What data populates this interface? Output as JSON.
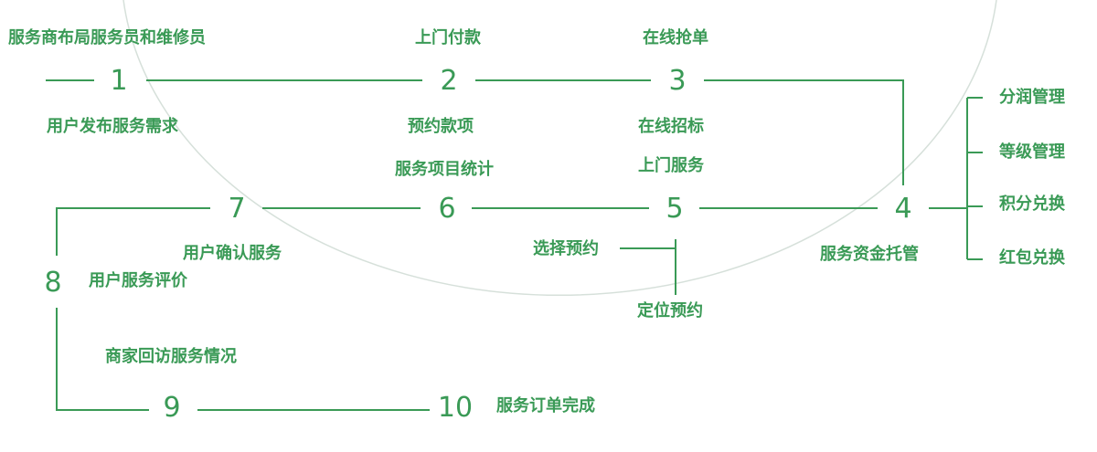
{
  "colors": {
    "green": "#3a9a56",
    "arc": "#d6e0da"
  },
  "steps": [
    {
      "num": "1",
      "top": "服务商布局服务员和维修员",
      "bottom": "用户发布服务需求"
    },
    {
      "num": "2",
      "top": "上门付款",
      "bottom": "预约款项"
    },
    {
      "num": "3",
      "top": "在线抢单",
      "bottom": "在线招标"
    },
    {
      "num": "4",
      "bottom": "服务资金托管"
    },
    {
      "num": "5",
      "top": "上门服务",
      "left": "选择预约",
      "bottom": "定位预约"
    },
    {
      "num": "6",
      "top": "服务项目统计"
    },
    {
      "num": "7",
      "bottom": "用户确认服务"
    },
    {
      "num": "8",
      "right": "用户服务评价",
      "bottom": "商家回访服务情况"
    },
    {
      "num": "9"
    },
    {
      "num": "10",
      "right": "服务订单完成"
    }
  ],
  "branch": [
    "分润管理",
    "等级管理",
    "积分兑换",
    "红包兑换"
  ]
}
